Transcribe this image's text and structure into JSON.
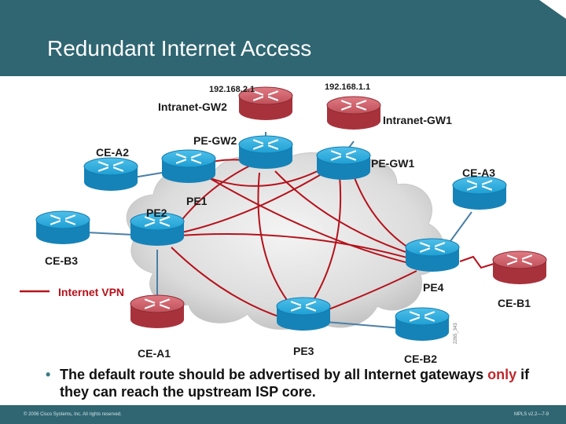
{
  "slide": {
    "title": "Redundant Internet Access"
  },
  "diagram": {
    "ip_labels": {
      "igw2": "192.168.2.1",
      "igw1": "192.168.1.1"
    },
    "device_labels": {
      "igw2": "Intranet-GW2",
      "igw1": "Intranet-GW1",
      "pegw2": "PE-GW2",
      "pegw1": "PE-GW1",
      "cea2": "CE-A2",
      "pe1": "PE1",
      "cea3": "CE-A3",
      "pe2": "PE2",
      "ceb3": "CE-B3",
      "pe4": "PE4",
      "ceb1": "CE-B1",
      "cea1": "CE-A1",
      "pe3": "PE3",
      "ceb2": "CE-B2"
    },
    "legend": "Internet VPN",
    "image_id": "2265_343",
    "colors": {
      "internet_vpn_link": "#b5121b",
      "access_link": "#4a7fa6",
      "router_blue": "#1d9ad0",
      "router_red": "#b8404a"
    }
  },
  "bullet": {
    "before": "The default route should be advertised by all Internet gateways ",
    "highlight": "only",
    "after": " if they can reach the upstream ISP core."
  },
  "footer": {
    "copyright": "© 2006 Cisco Systems, Inc. All rights reserved.",
    "course": "MPLS v2.2—7-9"
  }
}
